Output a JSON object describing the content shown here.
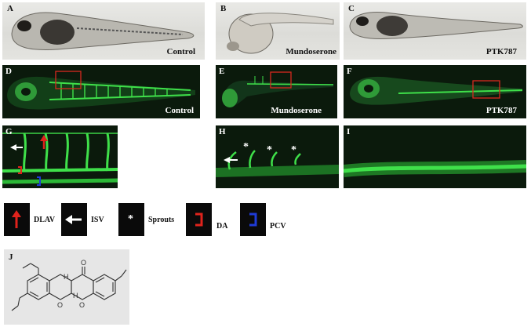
{
  "panels": {
    "A": {
      "label": "A",
      "caption": "Control"
    },
    "B": {
      "label": "B",
      "caption": "Mundoserone"
    },
    "C": {
      "label": "C",
      "caption": "PTK787"
    },
    "D": {
      "label": "D",
      "caption": "Control"
    },
    "E": {
      "label": "E",
      "caption": "Mundoserone"
    },
    "F": {
      "label": "F",
      "caption": "PTK787"
    },
    "G": {
      "label": "G"
    },
    "H": {
      "label": "H",
      "sprout_marks": [
        "*",
        "*",
        "*"
      ]
    },
    "I": {
      "label": "I"
    },
    "J": {
      "label": "J"
    }
  },
  "legend": [
    {
      "key": "DLAV",
      "label": "DLAV",
      "symbol": "red-up-arrow",
      "color": "#e0231c"
    },
    {
      "key": "ISV",
      "label": "ISV",
      "symbol": "white-left-arrow",
      "color": "#ffffff"
    },
    {
      "key": "Sprouts",
      "label": "Sprouts",
      "symbol": "asterisk",
      "glyph": "*",
      "color": "#ffffff"
    },
    {
      "key": "DA",
      "label": "DA",
      "symbol": "red-bracket",
      "color": "#e0231c"
    },
    {
      "key": "PCV",
      "label": "PCV",
      "symbol": "blue-bracket",
      "color": "#1f3bd6"
    }
  ],
  "colors": {
    "fluorescence": "#3fe04a",
    "highlight_box": "#d8281e",
    "background_dark": "#0b1a0c"
  }
}
